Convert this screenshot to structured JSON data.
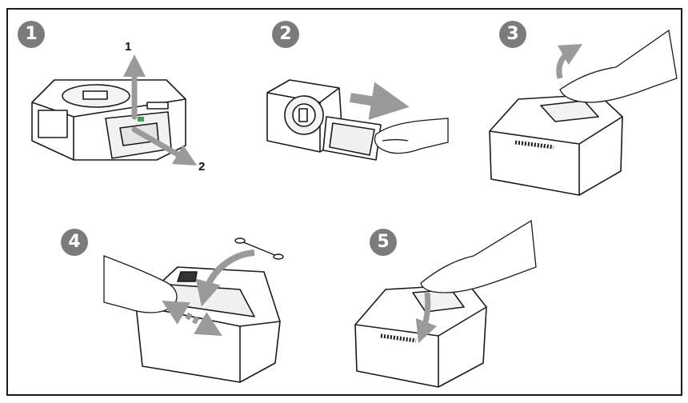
{
  "colors": {
    "badge": "#7b7b7b",
    "outline": "#1a1a1a",
    "arrow": "#9a9a9a",
    "latch": "#3aa24a",
    "frame": "#1a1a1a"
  },
  "steps": [
    {
      "number": "1",
      "callouts": [
        {
          "text": "1"
        },
        {
          "text": "2"
        }
      ]
    },
    {
      "number": "2"
    },
    {
      "number": "3"
    },
    {
      "number": "4"
    },
    {
      "number": "5"
    }
  ],
  "icons": [
    "printer-icon",
    "ribbon-cartridge-icon",
    "hand-icon",
    "cotton-swab-icon",
    "arrow-icon"
  ]
}
